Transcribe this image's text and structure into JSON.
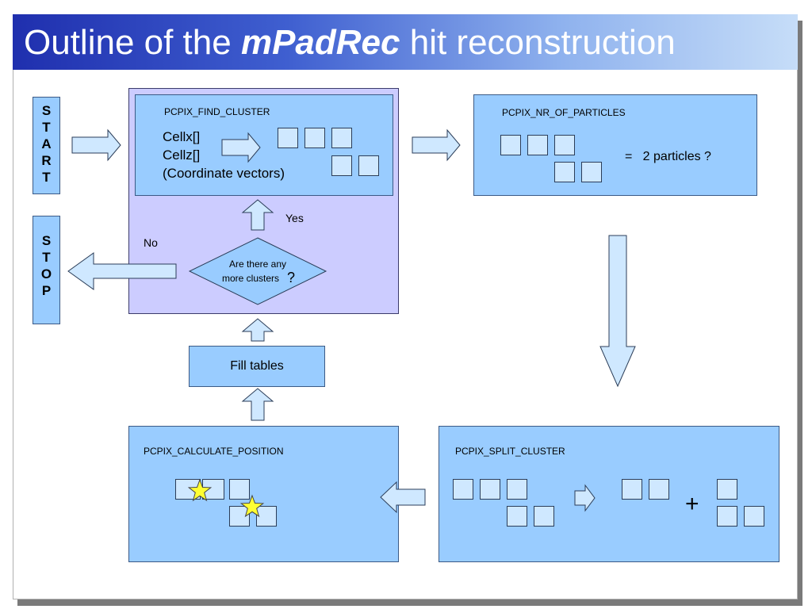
{
  "title": {
    "prefix": "Outline of the ",
    "emphasis": "mPadRec",
    "suffix": " hit reconstruction"
  },
  "start_letters": [
    "S",
    "T",
    "A",
    "R",
    "T"
  ],
  "stop_letters": [
    "S",
    "T",
    "O",
    "P"
  ],
  "find_cluster": {
    "label": "PCPIX_FIND_CLUSTER",
    "line1": "Cellx[]",
    "line2": "Cellz[]",
    "line3": "(Coordinate vectors)"
  },
  "decision": {
    "line1": "Are there any",
    "line2": "more clusters",
    "qmark": "?",
    "yes": "Yes",
    "no": "No"
  },
  "nr_of_particles": {
    "label": "PCPIX_NR_OF_PARTICLES",
    "result": "=   2 particles ?"
  },
  "fill_tables": {
    "label": "Fill tables"
  },
  "calculate_position": {
    "label": "PCPIX_CALCULATE_POSITION"
  },
  "split_cluster": {
    "label": "PCPIX_SPLIT_CLUSTER",
    "plus": "+"
  },
  "colors": {
    "box_blue": "#99ccff",
    "box_lavender": "#ccccff",
    "cell_fill": "#cfe8ff",
    "arrow_fill": "#cfe8ff",
    "star_fill": "#ffff33"
  }
}
